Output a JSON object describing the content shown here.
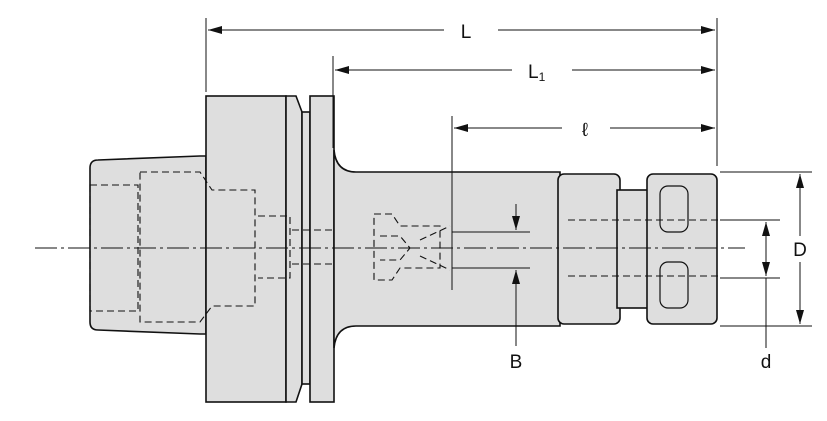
{
  "labels": {
    "L": "L",
    "L1_main": "L",
    "L1_sub": "1",
    "l": "ℓ",
    "D": "D",
    "d": "d",
    "B": "B"
  }
}
